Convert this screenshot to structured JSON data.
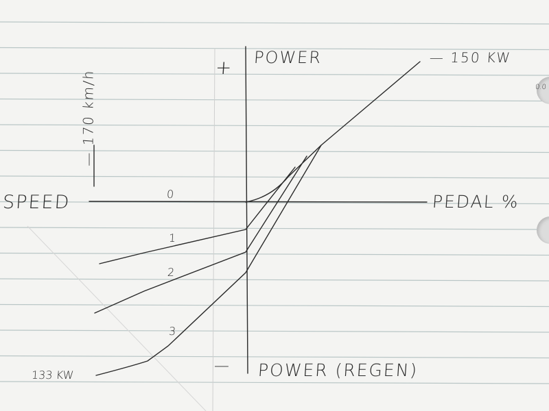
{
  "diagram": {
    "vertical_axis_top_label": "POWER",
    "vertical_axis_bottom_label": "POWER (REGEN)",
    "plus_sign": "+",
    "minus_sign": "—",
    "horizontal_axis_left_label": "SPEED",
    "horizontal_axis_right_label": "PEDAL %",
    "max_power_label": "— 150 KW",
    "max_speed_label": "— 170 km/h",
    "max_regen_label": "133 KW",
    "curve_labels": [
      "0",
      "1",
      "2",
      "3"
    ],
    "edge_text": "0.0"
  },
  "colors": {
    "ink": "#2a2a2a",
    "paper": "#f4f4f2",
    "rule": "#b9c6c6"
  }
}
